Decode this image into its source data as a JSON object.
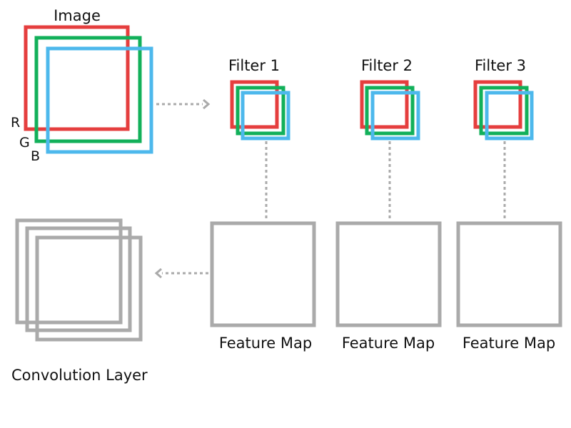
{
  "image": {
    "title": "Image",
    "channels": [
      {
        "label": "R",
        "color": "#e53e3e"
      },
      {
        "label": "G",
        "color": "#12b05a"
      },
      {
        "label": "B",
        "color": "#4db8ec"
      }
    ]
  },
  "filters": [
    {
      "title": "Filter 1",
      "feature_map_label": "Feature Map"
    },
    {
      "title": "Filter 2",
      "feature_map_label": "Feature Map"
    },
    {
      "title": "Filter 3",
      "feature_map_label": "Feature Map"
    }
  ],
  "convolution_layer": {
    "label": "Convolution Layer"
  },
  "colors": {
    "red": "#e53e3e",
    "green": "#12b05a",
    "blue": "#4db8ec",
    "gray": "#aaaaaa",
    "dotted": "#aaaaaa",
    "text": "#111111"
  }
}
